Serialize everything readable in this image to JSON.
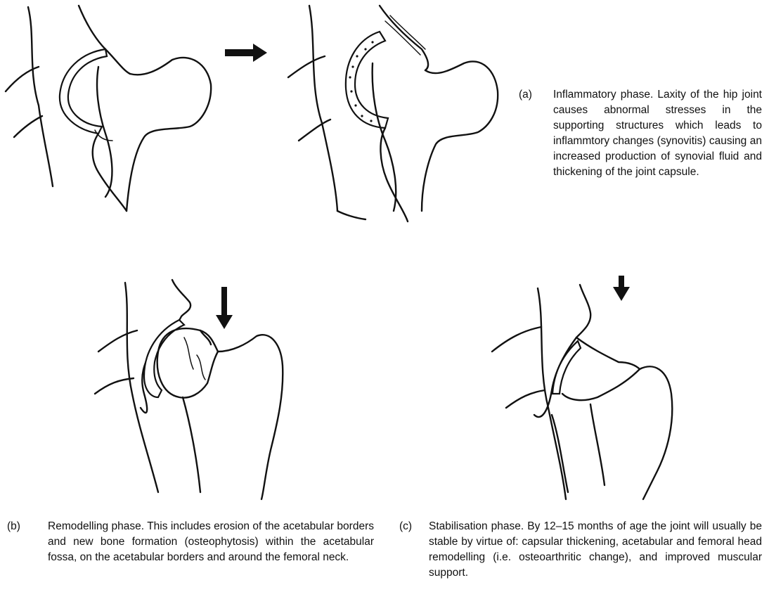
{
  "figure": {
    "panels": [
      {
        "label": "(a)",
        "text": "Inflammatory phase. Laxity of the hip joint causes abnormal stresses in the supporting structures which leads to inflammtory changes (synovitis) causing an increased production of synovial fluid and thickening of the joint capsule."
      },
      {
        "label": "(b)",
        "text": "Remodelling phase. This includes erosion of the acetabular borders and new bone formation (osteophytosis) within the acetabular fossa, on the acetabular borders and around the femoral neck."
      },
      {
        "label": "(c)",
        "text": "Stabilisation phase. By 12–15 months of age the joint will usually be stable by virtue of: capsular thickening, acetabular and femoral head remodelling (i.e. osteoarthritic change), and improved muscular support."
      }
    ]
  }
}
